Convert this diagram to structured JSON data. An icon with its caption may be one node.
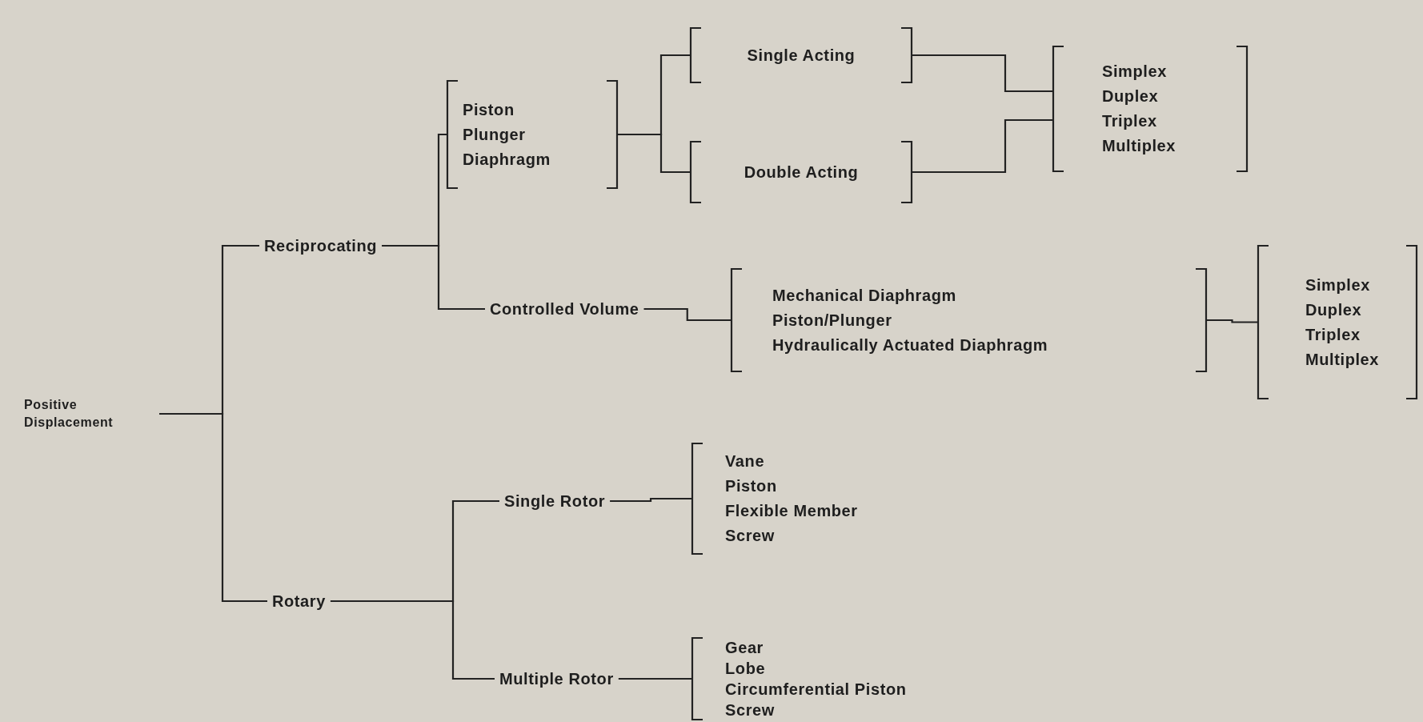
{
  "diagram": {
    "nodes": [
      {
        "text": [
          "Positive Displacement"
        ]
      },
      {
        "text": [
          "Reciprocating"
        ]
      },
      {
        "text": [
          "Rotary"
        ]
      },
      {
        "text": [
          "Piston",
          "Plunger",
          "Diaphragm"
        ]
      },
      {
        "text": [
          "Controlled Volume"
        ]
      },
      {
        "text": [
          "Single Acting"
        ]
      },
      {
        "text": [
          "Double Acting"
        ]
      },
      {
        "text": [
          "Simplex",
          "Duplex",
          "Triplex",
          "Multiplex"
        ]
      },
      {
        "text": [
          "Mechanical Diaphragm",
          "Piston/Plunger",
          "Hydraulically Actuated Diaphragm"
        ]
      },
      {
        "text": [
          "Simplex",
          "Duplex",
          "Triplex",
          "Multiplex"
        ]
      },
      {
        "text": [
          "Single Rotor"
        ]
      },
      {
        "text": [
          "Vane",
          "Piston",
          "Flexible Member",
          "Screw"
        ]
      },
      {
        "text": [
          "Multiple Rotor"
        ]
      },
      {
        "text": [
          "Gear",
          "Lobe",
          "Circumferential Piston",
          "Screw"
        ]
      }
    ],
    "edges": [
      {
        "from": 0,
        "to": 1,
        "arrow": "none"
      },
      {
        "from": 0,
        "to": 2,
        "arrow": "none"
      },
      {
        "from": 1,
        "to": 3,
        "arrow": "none"
      },
      {
        "from": 1,
        "to": 4,
        "arrow": "none"
      },
      {
        "from": 3,
        "to": 5,
        "arrow": "none"
      },
      {
        "from": 3,
        "to": 6,
        "arrow": "none"
      },
      {
        "from": 5,
        "to": 7,
        "arrow": "none"
      },
      {
        "from": 6,
        "to": 7,
        "arrow": "none"
      },
      {
        "from": 4,
        "to": 8,
        "arrow": "none"
      },
      {
        "from": 8,
        "to": 9,
        "arrow": "none"
      },
      {
        "from": 2,
        "to": 10,
        "arrow": "none"
      },
      {
        "from": 2,
        "to": 12,
        "arrow": "none"
      },
      {
        "from": 10,
        "to": 11,
        "arrow": "none"
      },
      {
        "from": 12,
        "to": 13,
        "arrow": "none"
      }
    ]
  }
}
